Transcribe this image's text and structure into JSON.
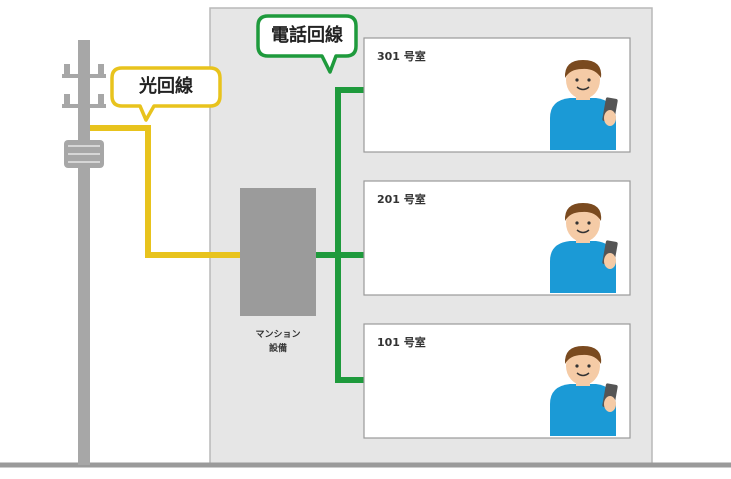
{
  "callouts": {
    "fiber": "光回線",
    "phone": "電話回線"
  },
  "equipment": {
    "line1": "マンション",
    "line2": "設備"
  },
  "rooms": [
    {
      "label": "301 号室"
    },
    {
      "label": "201 号室"
    },
    {
      "label": "101 号室"
    }
  ],
  "colors": {
    "fiber": "#e8c31d",
    "phone": "#1e9a3c",
    "building": "#e6e6e6",
    "pole": "#a7a7a7",
    "equipment": "#9b9b9b",
    "shirt": "#1b9ad6",
    "hair": "#7a4a1f"
  },
  "icons": [
    "utility-pole-icon",
    "person-with-phone-icon"
  ]
}
